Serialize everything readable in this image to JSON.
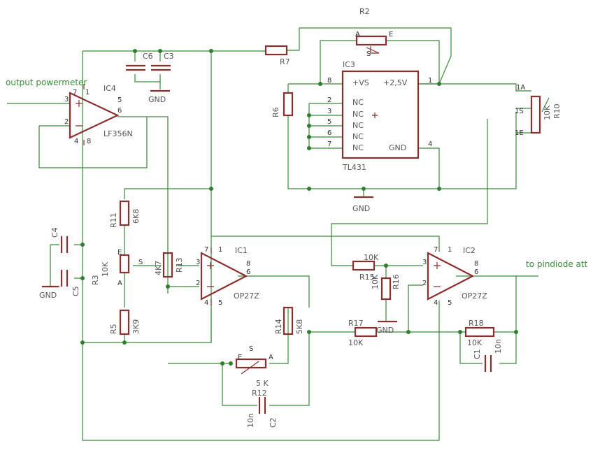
{
  "labels": {
    "output_powermeter": "output powermeter",
    "to_pindiode": "to pindiode att",
    "gnd": "GND",
    "ic4": "IC4",
    "lf356": "LF356N",
    "ic1": "IC1",
    "op27_1": "OP27Z",
    "ic2": "IC2",
    "op27_2": "OP27Z",
    "ic3": "IC3",
    "tl431": "TL431",
    "vs": "+VS",
    "v25": "+2,5V",
    "nc": "NC",
    "ic3gnd": "GND",
    "r2": "R2",
    "r7": "R7",
    "r6": "R6",
    "r10": "R10",
    "r10v": "10K",
    "r11": "R11",
    "r11v": "6K8",
    "r3": "R3",
    "r3v": "10K",
    "r13": "R13",
    "r13v": "4K7",
    "r5": "R5",
    "r5v": "3K9",
    "r14": "R14",
    "r14v": "5K8",
    "r12": "R12",
    "r12v": "5 K",
    "r15": "R15",
    "r15v": "10K",
    "r16": "R16",
    "r16v": "10K",
    "r17": "R17",
    "r17v": "10K",
    "r18": "R18",
    "r18v": "10K",
    "c6": "C6",
    "c3": "C3",
    "c4": "C4",
    "c5": "C5",
    "c2": "C2",
    "c2v": "10n",
    "c1": "C1",
    "c1v": "10n",
    "pA": "A",
    "pE": "E",
    "pS": "S",
    "p1A": "1A",
    "p1S": "1S",
    "p1E": "1E"
  }
}
